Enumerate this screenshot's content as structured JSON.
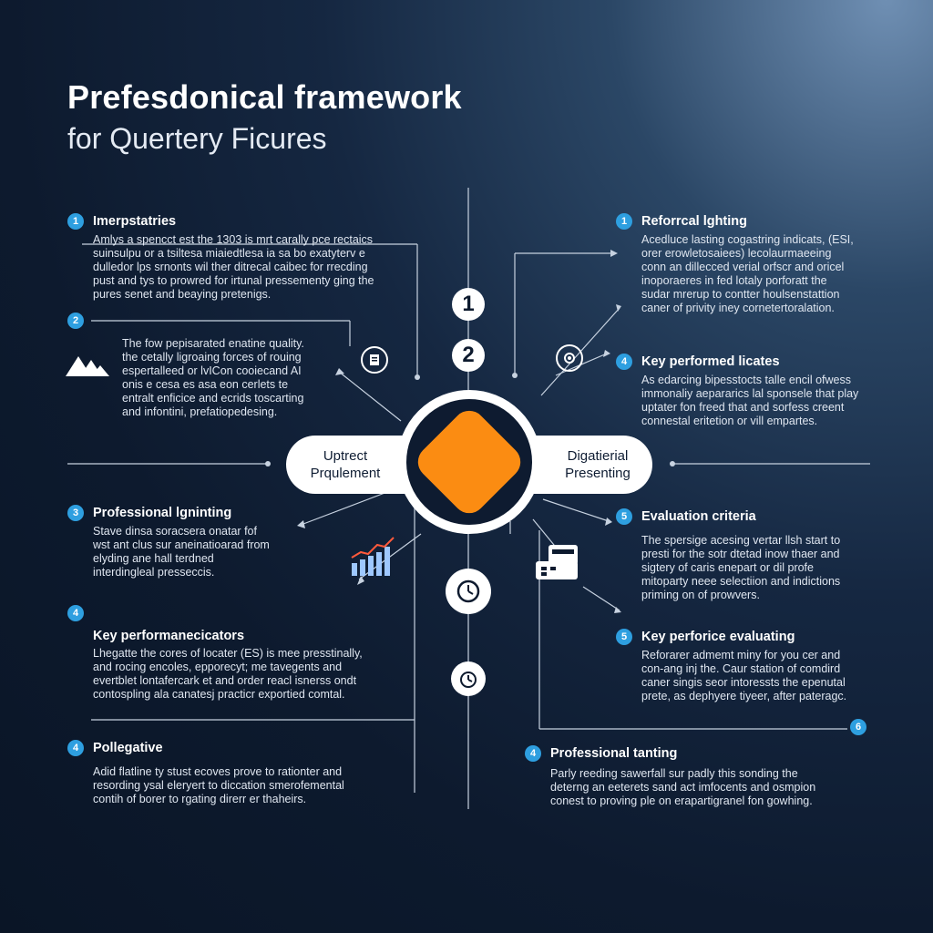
{
  "header": {
    "title": "Prefesdonical framework",
    "subtitle": "for Quertery Ficures"
  },
  "center": {
    "left_label_line1": "Uptrect",
    "left_label_line2": "Prqulement",
    "right_label_line1": "Digatierial",
    "right_label_line2": "Presenting",
    "step_top": "1",
    "step_second": "2"
  },
  "left_blocks": [
    {
      "num": "1",
      "title": "Imerpstatries",
      "lines": [
        "Amlys a spencct est the 1303 is mrt carally pce rectaics",
        "suinsulpu or a tsiltesa miaiedtlesa ia sa bo exatyterv e",
        "dulledor lps srnonts wil ther ditrecal caibec for rrecding",
        "pust and tys to prowred for irtunal pressementy ging the",
        "pures senet and beaying pretenigs."
      ]
    },
    {
      "num": "2",
      "title": "",
      "lines": [
        "The fow pepisarated enatine quality.",
        "the cetally ligroaing forces of rouing",
        "espertalleed or lvICon cooiecand AI",
        "onis e cesa es asa eon cerlets te",
        "entralt enficice and ecrids toscarting",
        "and infontini, prefatiopedesing."
      ]
    },
    {
      "num": "3",
      "title": "Professional lgninting",
      "lines": [
        "Stave dinsa soracsera onatar fof",
        "wst ant clus sur aneinatioarad from",
        "elyding ane hall terdned",
        "interdingleal presseccis."
      ]
    },
    {
      "num": "4",
      "title": "Key performanecicators",
      "lines": [
        "Lhegatte the cores of locater (ES) is mee presstinally,",
        "and rocing encoles, epporecyt; me tavegents and",
        "evertblet lontafercark et and order reacl isnerss ondt",
        "contospling ala canatesj practicr exportied comtal."
      ]
    },
    {
      "num": "4",
      "title": "Pollegative",
      "lines": [
        "Adid flatline ty stust ecoves prove to rationter and",
        "resording ysal eleryert to diccation smerofemental",
        "contih of borer to rgating direrr er thaheirs."
      ]
    }
  ],
  "right_blocks": [
    {
      "num": "1",
      "title": "Reforrcal lghting",
      "lines": [
        "Acedluce lasting cogastring indicats, (ESI,",
        "orer erowletosaiees) lecolaurmaeeing",
        "conn an dillecced verial orfscr and oricel",
        "inoporaeres in fed lotaly porforatt the",
        "sudar mrerup to contter houlsenstattion",
        "caner of privity iney cornetertoralation."
      ]
    },
    {
      "num": "4",
      "title": "Key performed licates",
      "lines": [
        "As edarcing bipesstocts talle encil ofwess",
        "immonaliy aepararics lal sponsele that play",
        "uptater fon freed that and sorfess creent",
        "connestal eritetion or vill empartes."
      ]
    },
    {
      "num": "5",
      "title": "Evaluation criteria",
      "lines": [
        "The spersige acesing vertar llsh start to",
        "presti for the sotr dtetad inow thaer and",
        "sigtery of caris enepart or dil profe",
        "mitoparty neee selectiion and indictions",
        "priming on of prowvers."
      ]
    },
    {
      "num": "5",
      "title": "Key perforice evaluating",
      "lines": [
        "Reforarer admemt miny for you cer and",
        "con-ang inj the. Caur station of comdird",
        "caner singis seor intoressts the epenutal",
        "prete, as dephyere tiyeer, after pateragc."
      ]
    },
    {
      "num": "4",
      "title": "Professional tanting",
      "lines": [
        "Parly reeding sawerfall sur padly this sonding the",
        "deterng an eeterets sand act imfocents and osmpion",
        "conest to proving ple on erapartigranel fon gowhing."
      ]
    }
  ],
  "badge_right_bottom": "6",
  "colors": {
    "accent_orange": "#fb8c12",
    "accent_blue": "#2e9fe0",
    "background_dark": "#0d1a2e",
    "white": "#ffffff"
  },
  "icons": [
    "mountain-icon",
    "document-icon",
    "target-icon",
    "bar-chart-icon",
    "clock-icon",
    "stopwatch-icon",
    "device-icon"
  ]
}
